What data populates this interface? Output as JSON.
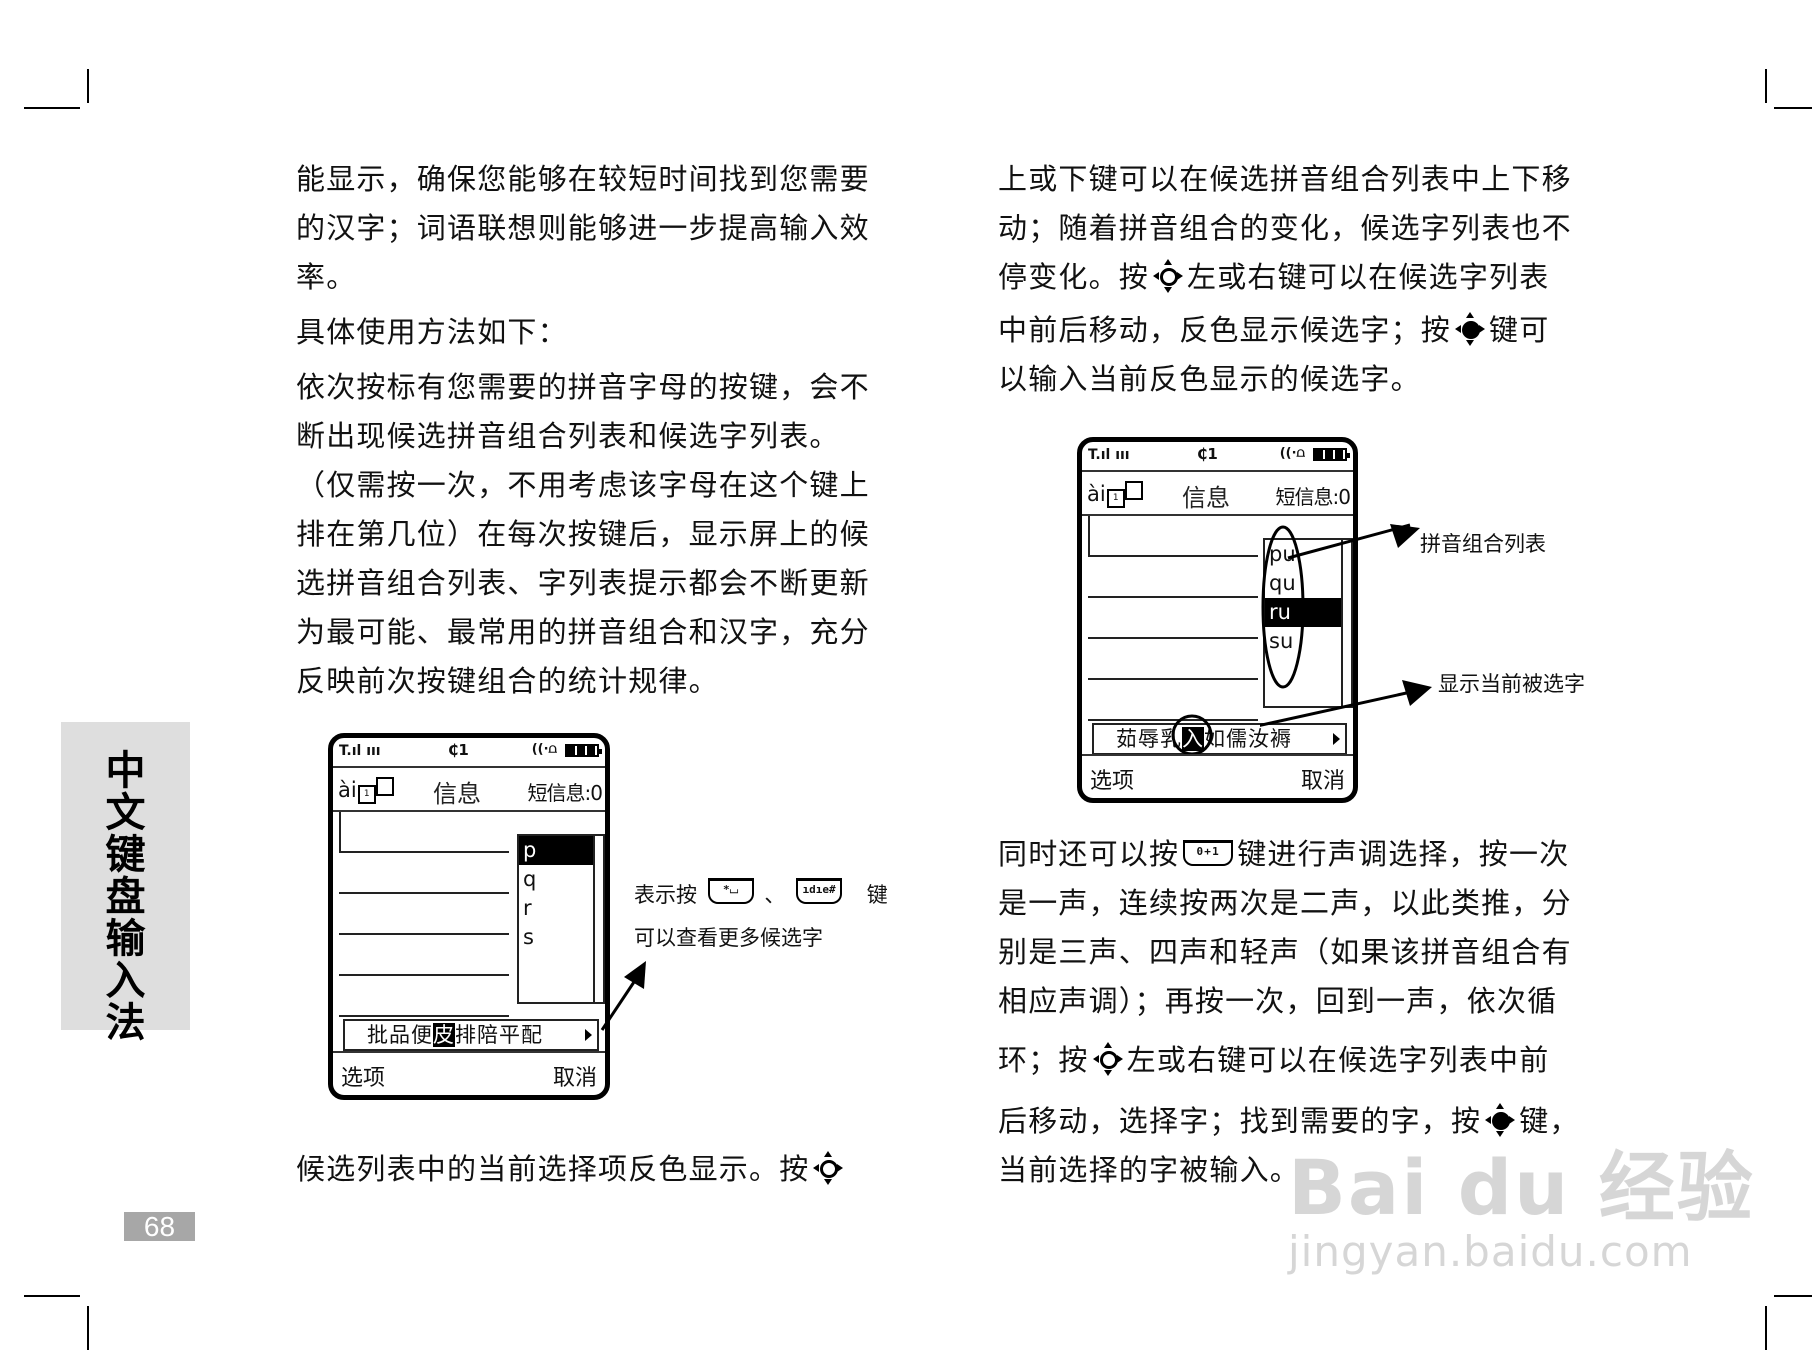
{
  "page": {
    "section_tab": [
      "中",
      "文",
      "键",
      "盘",
      "输",
      "入",
      "法"
    ],
    "page_number": "68"
  },
  "left_column": {
    "lines": [
      "能显示，确保您能够在较短时间找到您需要",
      "的汉字；词语联想则能够进一步提高输入效",
      "率。",
      "具体使用方法如下：",
      "依次按标有您需要的拼音字母的按键，会不",
      "断出现候选拼音组合列表和候选字列表。",
      "（仅需按一次，不用考虑该字母在这个键上",
      "排在第几位）在每次按键后，显示屏上的候",
      "选拼音组合列表、字列表提示都会不断更新",
      "为最可能、最常用的拼音组合和汉字，充分",
      "反映前次按键组合的统计规律。"
    ],
    "bottom_line": "候选列表中的当前选择项反色显示。按"
  },
  "right_column": {
    "para1": [
      {
        "text": "上或下键可以在候选拼音组合列表中上下移"
      },
      {
        "text": "动；随着拼音组合的变化，候选字列表也不"
      },
      {
        "before": "停变化。按",
        "after": "左或右键可以在候选字列表",
        "icon": "nav-key-outline"
      },
      {
        "before": "中前后移动，反色显示候选字；按",
        "after": "键可",
        "icon": "nav-key-filled"
      },
      {
        "text": "以输入当前反色显示的候选字。"
      }
    ],
    "para2": [
      {
        "before": "同时还可以按",
        "key_label": "0+1",
        "after": "键进行声调选择，按一次"
      },
      {
        "text": "是一声，连续按两次是二声，以此类推，分"
      },
      {
        "text": "别是三声、四声和轻声（如果该拼音组合有"
      },
      {
        "text": "相应声调）；再按一次，回到一声，依次循"
      },
      {
        "before": "环；按",
        "after": "左或右键可以在候选字列表中前",
        "icon": "nav-key-outline"
      },
      {
        "before": "后移动，选择字；找到需要的字，按",
        "after": "键，",
        "icon": "nav-key-filled"
      },
      {
        "text": "当前选择的字被输入。"
      }
    ]
  },
  "phone_left": {
    "status": {
      "signal": "T.ıl ııı",
      "line": "₵1"
    },
    "mode": "ài",
    "mode_box": "1",
    "title": "信息",
    "counter": "短信息:0",
    "pinyin_candidates": [
      "p",
      "q",
      "r",
      "s"
    ],
    "selected_pinyin": "p",
    "char_candidates_before": "批品便",
    "char_selected": "皮",
    "char_candidates_after": "排陪平配",
    "softkey_left": "选项",
    "softkey_right": "取消"
  },
  "phone_left_annotation": {
    "line1_before": "表示按",
    "key1": "*⌴",
    "sep": "、",
    "key2": "ıdıe#",
    "line1_after": "键",
    "line2": "可以查看更多候选字"
  },
  "phone_right": {
    "status": {
      "signal": "T.ıl ııı",
      "line": "₵1"
    },
    "mode": "ài",
    "mode_box": "1",
    "title": "信息",
    "counter": "短信息:0",
    "pinyin_candidates": [
      "pu",
      "qu",
      "ru",
      "su"
    ],
    "selected_pinyin": "ru",
    "char_candidates_before": "茹辱乳",
    "char_selected": "入",
    "char_candidates_after": "如儒汝褥",
    "softkey_left": "选项",
    "softkey_right": "取消"
  },
  "phone_right_annotations": {
    "pinyin_list_label": "拼音组合列表",
    "selected_char_label": "显示当前被选字"
  },
  "watermark": {
    "brand": "Bai du 经验",
    "url": "jingyan.baidu.com"
  }
}
